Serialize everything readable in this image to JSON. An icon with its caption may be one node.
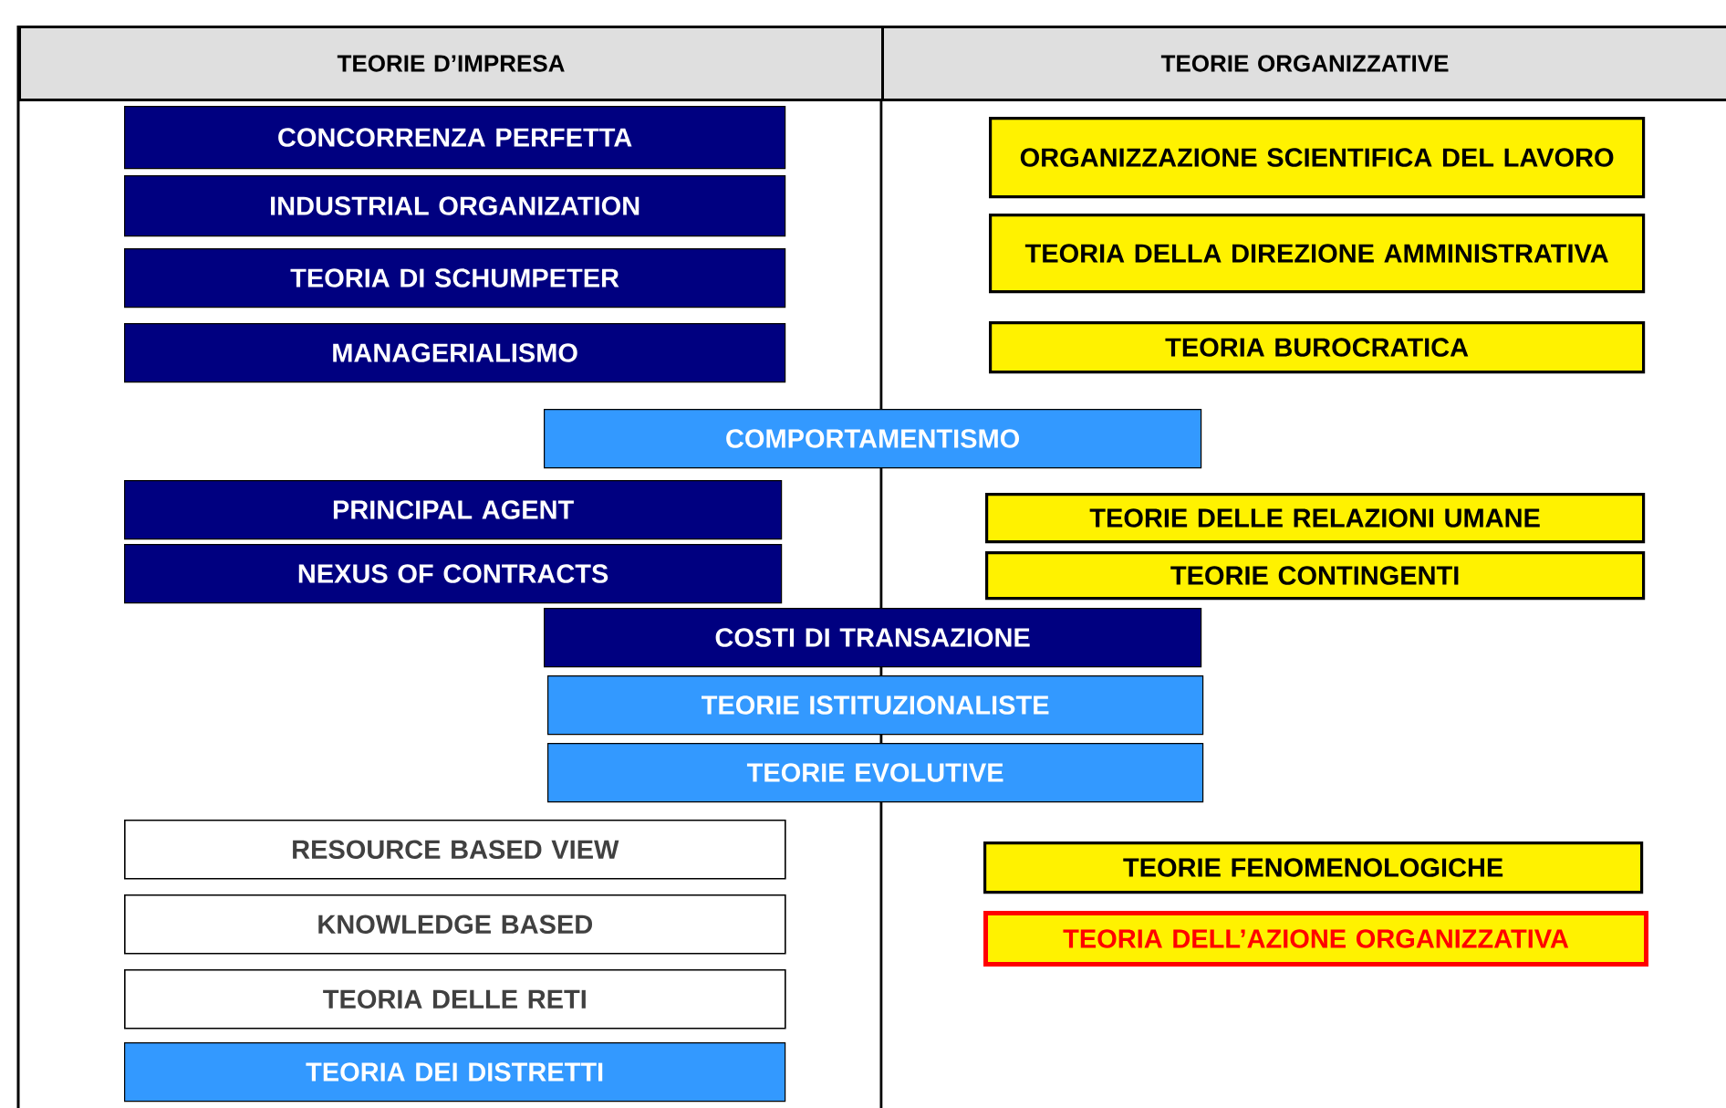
{
  "diagram": {
    "nodes": [
      {
        "text": [
          "TEORIE D’IMPRESA"
        ]
      },
      {
        "text": [
          "TEORIE ORGANIZZATIVE"
        ]
      },
      {
        "text": [
          "CONCORRENZA PERFETTA"
        ]
      },
      {
        "text": [
          "INDUSTRIAL ORGANIZATION"
        ]
      },
      {
        "text": [
          "TEORIA DI SCHUMPETER"
        ]
      },
      {
        "text": [
          "MANAGERIALISMO"
        ]
      },
      {
        "text": [
          "ORGANIZZAZIONE SCIENTIFICA DEL LAVORO"
        ]
      },
      {
        "text": [
          "TEORIA DELLA DIREZIONE AMMINISTRATIVA"
        ]
      },
      {
        "text": [
          "TEORIA BUROCRATICA"
        ]
      },
      {
        "text": [
          "COMPORTAMENTISMO"
        ]
      },
      {
        "text": [
          "PRINCIPAL AGENT"
        ]
      },
      {
        "text": [
          "NEXUS OF CONTRACTS"
        ]
      },
      {
        "text": [
          "TEORIE DELLE RELAZIONI UMANE"
        ]
      },
      {
        "text": [
          "TEORIE CONTINGENTI"
        ]
      },
      {
        "text": [
          "COSTI DI TRANSAZIONE"
        ]
      },
      {
        "text": [
          "TEORIE ISTITUZIONALISTE"
        ]
      },
      {
        "text": [
          "TEORIE EVOLUTIVE"
        ]
      },
      {
        "text": [
          "RESOURCE BASED VIEW"
        ]
      },
      {
        "text": [
          "TEORIE FENOMENOLOGICHE"
        ]
      },
      {
        "text": [
          "KNOWLEDGE BASED"
        ]
      },
      {
        "text": [
          "TEORIA DELL’AZIONE ORGANIZZATIVA"
        ]
      },
      {
        "text": [
          "TEORIA DELLE RETI"
        ]
      },
      {
        "text": [
          "TEORIA DEI DISTRETTI"
        ]
      }
    ]
  }
}
